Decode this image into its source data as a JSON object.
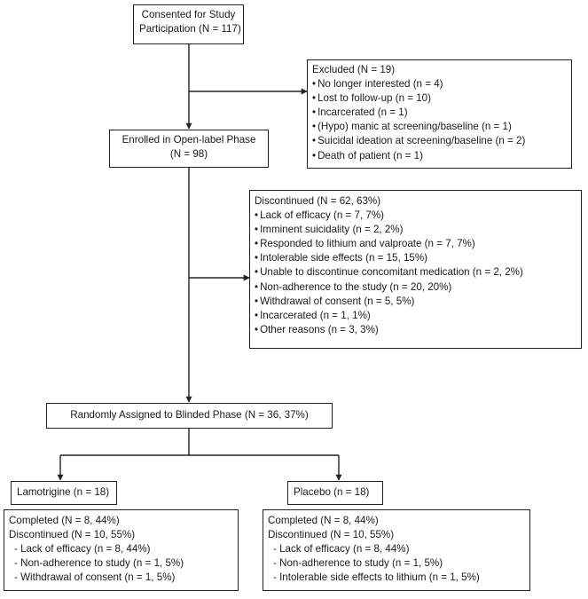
{
  "consented": {
    "line1": "Consented for Study",
    "line2": "Participation (N = 117)"
  },
  "excluded": {
    "title": "Excluded (N = 19)",
    "items": [
      "No longer interested (n = 4)",
      "Lost to follow-up (n = 10)",
      "Incarcerated (n = 1)",
      "(Hypo) manic at screening/baseline (n = 1)",
      "Suicidal ideation at screening/baseline (n = 2)",
      "Death of patient (n = 1)"
    ]
  },
  "enrolled": {
    "line1": "Enrolled in Open-label Phase",
    "line2": "(N = 98)"
  },
  "discontinued": {
    "title": "Discontinued (N = 62, 63%)",
    "items": [
      "Lack of efficacy (n = 7, 7%)",
      "Imminent suicidality (n = 2, 2%)",
      "Responded to lithium and valproate (n = 7, 7%)",
      "Intolerable side effects (n = 15, 15%)",
      "Unable to discontinue concomitant medication (n = 2, 2%)",
      "Non-adherence to the study (n = 20, 20%)",
      "Withdrawal of consent (n = 5, 5%)",
      "Incarcerated (n = 1, 1%)",
      "Other reasons (n = 3, 3%)"
    ]
  },
  "randomized": {
    "label": "Randomly Assigned to Blinded Phase (N = 36, 37%)"
  },
  "lamotrigine": {
    "label": "Lamotrigine (n = 18)",
    "completed": "Completed (N = 8, 44%)",
    "discontinued": "Discontinued (N = 10, 55%)",
    "reasons": [
      "- Lack of efficacy (n = 8, 44%)",
      "- Non-adherence to study (n = 1, 5%)",
      "- Withdrawal of consent (n = 1, 5%)"
    ]
  },
  "placebo": {
    "label": "Placebo (n = 18)",
    "completed": "Completed (N = 8, 44%)",
    "discontinued": "Discontinued (N = 10, 55%)",
    "reasons": [
      "- Lack of efficacy (n = 8, 44%)",
      "- Non-adherence to study (n = 1, 5%)",
      "- Intolerable side effects to lithium (n = 1, 5%)"
    ]
  }
}
